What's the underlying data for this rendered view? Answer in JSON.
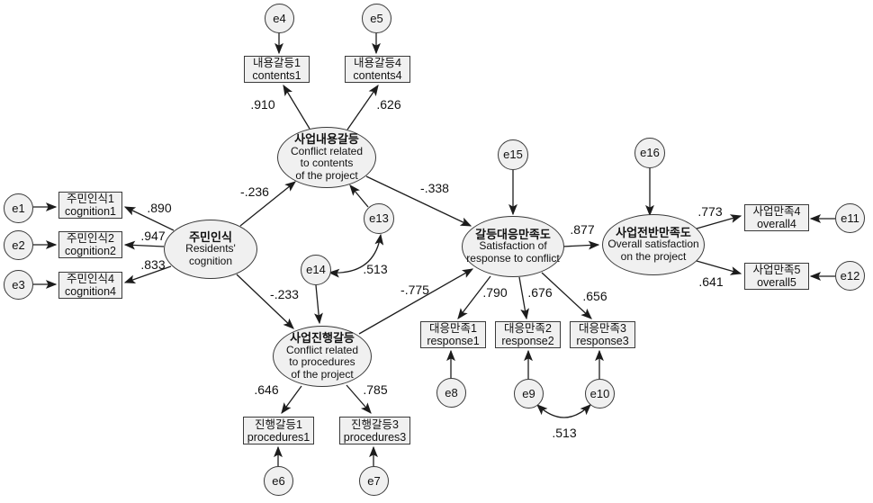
{
  "latents": {
    "cognition": {
      "ko": "주민인식",
      "en": [
        "Residents'",
        "cognition"
      ]
    },
    "contents_conflict": {
      "ko": "사업내용갈등",
      "en": [
        "Conflict related",
        "to contents",
        "of the project"
      ]
    },
    "procedures_conflict": {
      "ko": "사업진행갈등",
      "en": [
        "Conflict related",
        "to procedures",
        "of the project"
      ]
    },
    "response_satisfaction": {
      "ko": "갈등대응만족도",
      "en": [
        "Satisfaction of",
        "response to conflict"
      ]
    },
    "overall_satisfaction": {
      "ko": "사업전반만족도",
      "en": [
        "Overall satisfaction",
        "on the project"
      ]
    }
  },
  "indicators": {
    "cognition1": {
      "ko": "주민인식1",
      "en": "cognition1"
    },
    "cognition2": {
      "ko": "주민인식2",
      "en": "cognition2"
    },
    "cognition4": {
      "ko": "주민인식4",
      "en": "cognition4"
    },
    "contents1": {
      "ko": "내용갈등1",
      "en": "contents1"
    },
    "contents4": {
      "ko": "내용갈등4",
      "en": "contents4"
    },
    "procedures1": {
      "ko": "진행갈등1",
      "en": "procedures1"
    },
    "procedures3": {
      "ko": "진행갈등3",
      "en": "procedures3"
    },
    "response1": {
      "ko": "대응만족1",
      "en": "response1"
    },
    "response2": {
      "ko": "대응만족2",
      "en": "response2"
    },
    "response3": {
      "ko": "대응만족3",
      "en": "response3"
    },
    "overall4": {
      "ko": "사업만족4",
      "en": "overall4"
    },
    "overall5": {
      "ko": "사업만족5",
      "en": "overall5"
    }
  },
  "errors": {
    "e1": "e1",
    "e2": "e2",
    "e3": "e3",
    "e4": "e4",
    "e5": "e5",
    "e6": "e6",
    "e7": "e7",
    "e8": "e8",
    "e9": "e9",
    "e10": "e10",
    "e11": "e11",
    "e12": "e12",
    "e13": "e13",
    "e14": "e14",
    "e15": "e15",
    "e16": "e16"
  },
  "coefficients": {
    "cognition1_loading": ".890",
    "cognition2_loading": ".947",
    "cognition4_loading": ".833",
    "contents1_loading": ".910",
    "contents4_loading": ".626",
    "procedures1_loading": ".646",
    "procedures3_loading": ".785",
    "response1_loading": ".790",
    "response2_loading": ".676",
    "response3_loading": ".656",
    "overall4_loading": ".773",
    "overall5_loading": ".641",
    "cognition_to_contents": "-.236",
    "cognition_to_procedures": "-.233",
    "contents_to_response": "-.338",
    "procedures_to_response": "-.775",
    "response_to_overall": ".877",
    "e13_e14_covariance": ".513",
    "e9_e10_covariance": ".513"
  },
  "colors": {
    "background": "#ffffff",
    "node_fill": "#f0f0f0",
    "node_border": "#3a3a3a",
    "line": "#1c1c1c",
    "text": "#111111"
  }
}
